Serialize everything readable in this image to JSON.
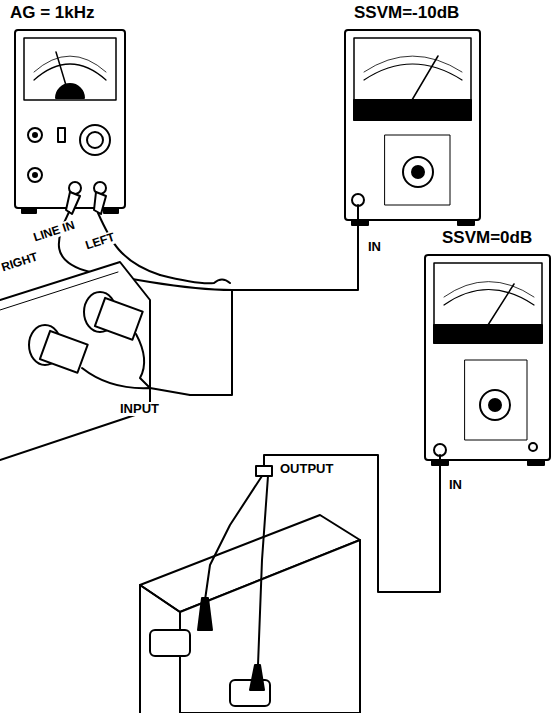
{
  "diagram": {
    "labels": [
      "AG = 1kHz",
      "SSVM=-10dB",
      "IN",
      "LINE IN",
      "RIGHT",
      "LEFT",
      "INPUT",
      "SSVM=0dB",
      "IN",
      "OUTPUT"
    ]
  }
}
